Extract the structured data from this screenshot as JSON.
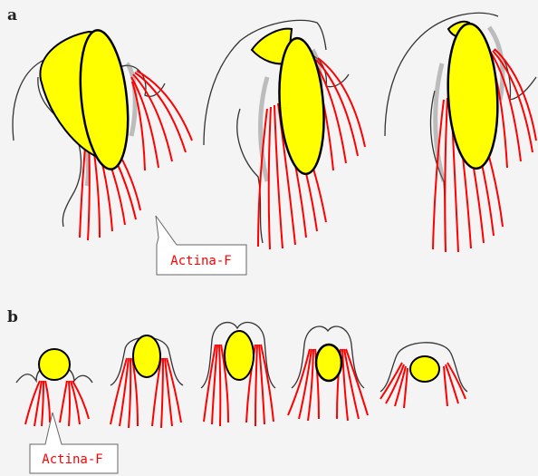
{
  "panel_a": {
    "label": "a"
  },
  "panel_b": {
    "label": "b"
  },
  "callouts": [
    {
      "text": "Actina-F"
    },
    {
      "text": "Actina-F"
    }
  ],
  "colors": {
    "nucleus_fill": "#ffff00",
    "actin_fiber": "#ff0000",
    "callout_text": "#ff0000",
    "outline": "#000000",
    "background": "#f4f4f4"
  }
}
